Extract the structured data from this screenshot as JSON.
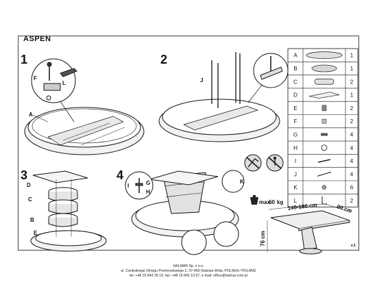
{
  "title": "ASPEN",
  "steps": [
    "1",
    "2",
    "3",
    "4"
  ],
  "step1_labels": {
    "f": "F",
    "l": "L",
    "a": "A"
  },
  "step2_labels": {
    "j": "J"
  },
  "step3_labels": {
    "d": "D",
    "c": "C",
    "b": "B",
    "e": "E"
  },
  "step4_labels": {
    "i": "I",
    "g": "G",
    "h": "H",
    "k": "K"
  },
  "weight": {
    "value": "60",
    "unit": "kg",
    "prefix": "max."
  },
  "dimensions": {
    "length": "140-180 cm",
    "width": "90 cm",
    "height": "76 cm"
  },
  "parts": [
    {
      "letter": "A",
      "qty": "1"
    },
    {
      "letter": "B",
      "qty": "1"
    },
    {
      "letter": "C",
      "qty": "2"
    },
    {
      "letter": "D",
      "qty": "1"
    },
    {
      "letter": "E",
      "qty": "2"
    },
    {
      "letter": "F",
      "qty": "2"
    },
    {
      "letter": "G",
      "qty": "4"
    },
    {
      "letter": "H",
      "qty": "4"
    },
    {
      "letter": "I",
      "qty": "4"
    },
    {
      "letter": "J",
      "qty": "4"
    },
    {
      "letter": "K",
      "qty": "6"
    },
    {
      "letter": "L",
      "qty": "2"
    }
  ],
  "footer": {
    "company": "HALMAR Sp. z o.o.",
    "address": "ul. Centralnego Okręgu Przemysłowego 2, 37-450 Stalowa Wola, POLSKA / POLAND",
    "contact": "tel. +48 15 843 28 10, fax: +48 15 842 19 57, e-mail: office@halmar.com.pl"
  },
  "version": "v.1"
}
